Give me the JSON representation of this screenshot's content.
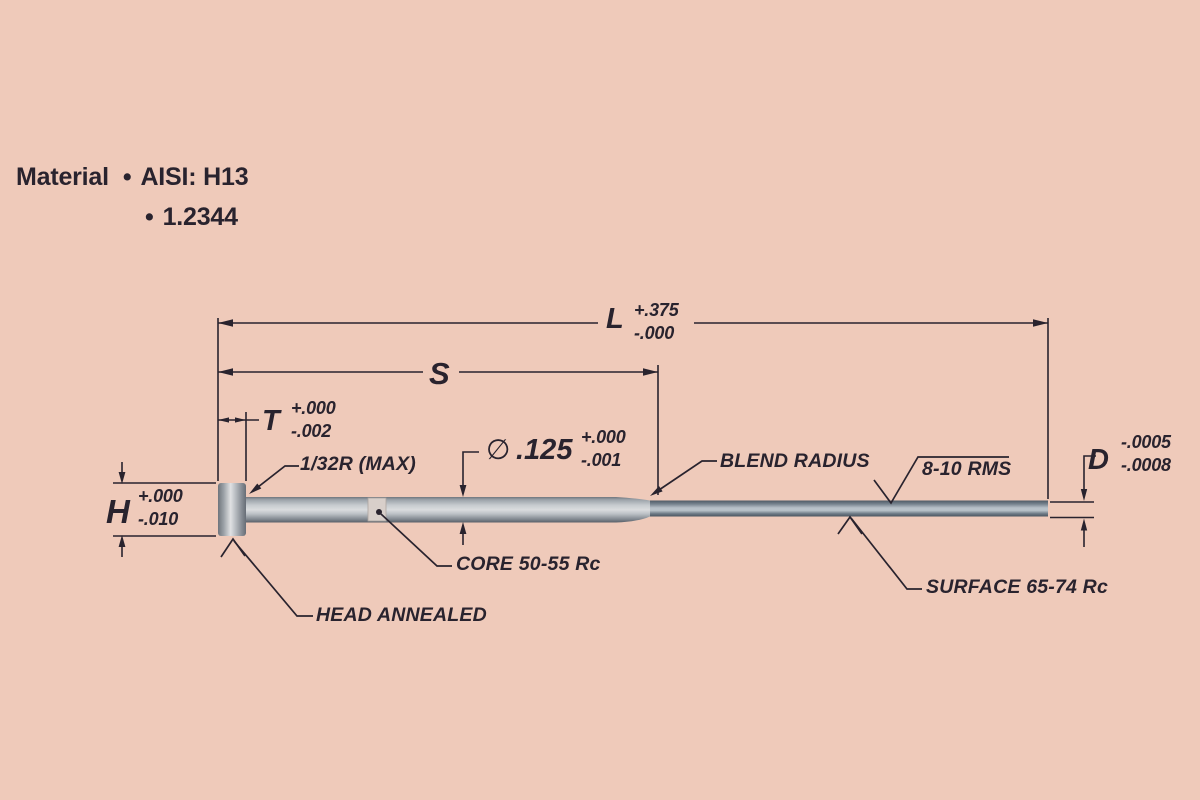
{
  "material": {
    "label": "Material",
    "bullet": "•",
    "items": [
      "AISI: H13",
      "1.2344"
    ]
  },
  "dimensions": {
    "overall_length": {
      "letter": "L",
      "tol_upper": "+.375",
      "tol_lower": "-.000"
    },
    "shoulder_length": {
      "letter": "S"
    },
    "head_thickness": {
      "letter": "T",
      "tol_upper": "+.000",
      "tol_lower": "-.002"
    },
    "head_diameter": {
      "letter": "H",
      "tol_upper": "+.000",
      "tol_lower": "-.010"
    },
    "shoulder_diameter": {
      "symbol": "∅",
      "value": ".125",
      "tol_upper": "+.000",
      "tol_lower": "-.001"
    },
    "pin_diameter": {
      "letter": "D",
      "tol_upper": "-.0005",
      "tol_lower": "-.0008"
    }
  },
  "callouts": {
    "fillet_radius": "1/32R (MAX)",
    "blend_radius": "BLEND RADIUS",
    "surface_finish": "8-10 RMS",
    "core_hardness": "CORE 50-55 Rc",
    "surface_hardness": "SURFACE 65-74 Rc",
    "head_note": "HEAD ANNEALED"
  },
  "colors": {
    "background": "#efcaba",
    "ink": "#29232e",
    "pin_highlight": "#dcdee0",
    "pin_mid": "#9aa1a8",
    "pin_shadow": "#5c646d",
    "tip_shadow": "#4e5a66",
    "core_window": "#d8cfca"
  }
}
